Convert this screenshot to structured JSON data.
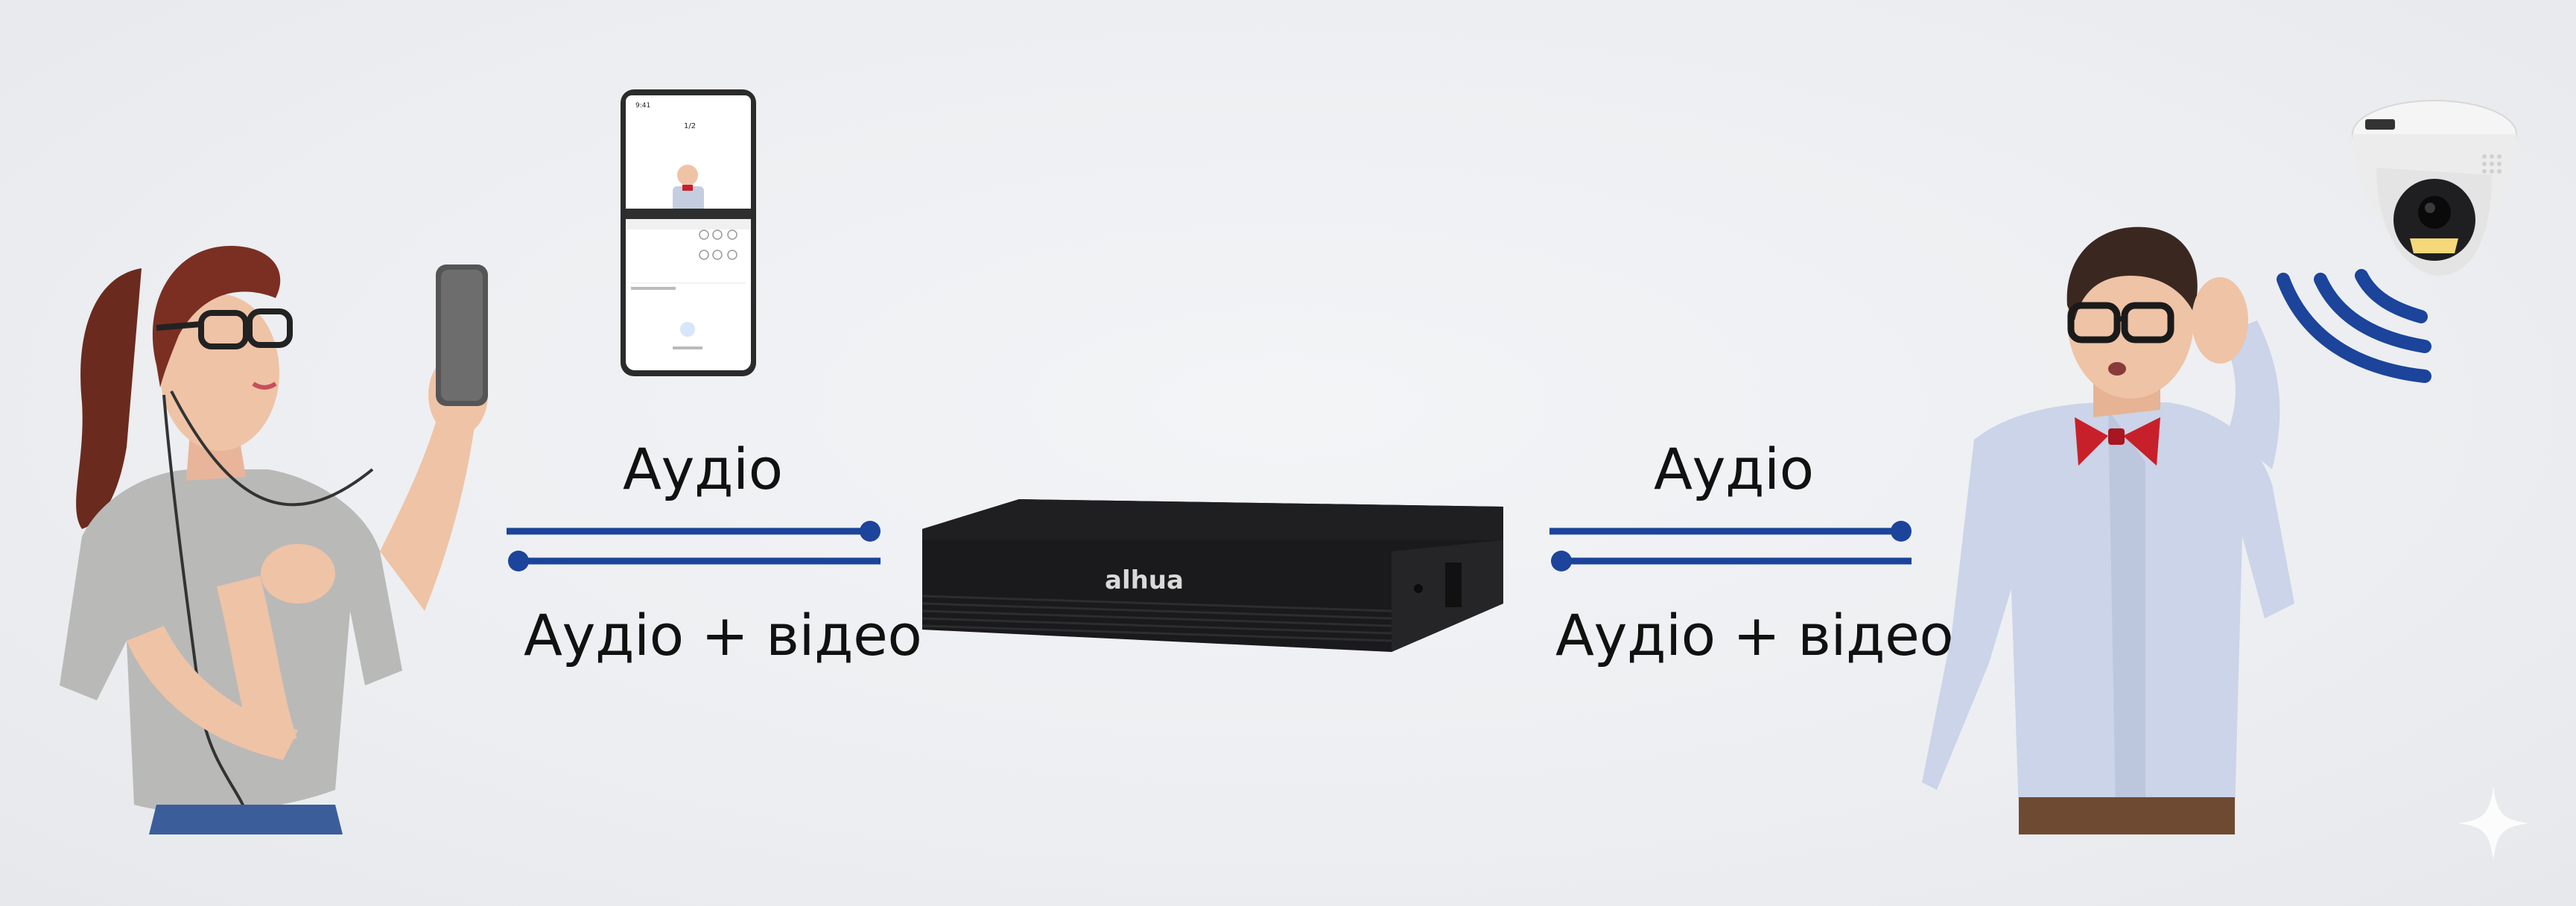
{
  "labels": {
    "left_audio": "Аудіо",
    "left_audio_video": "Аудіо + відео",
    "right_audio": "Аудіо",
    "right_audio_video": "Аудіо + відео"
  },
  "device": {
    "brand": "alhua"
  },
  "colors": {
    "link": "#1b449a",
    "accent_red": "#c8202a"
  },
  "icons": [
    "smartphone-icon",
    "nvr-recorder-icon",
    "dome-camera-icon",
    "wifi-waves-icon",
    "sparkle-icon"
  ]
}
